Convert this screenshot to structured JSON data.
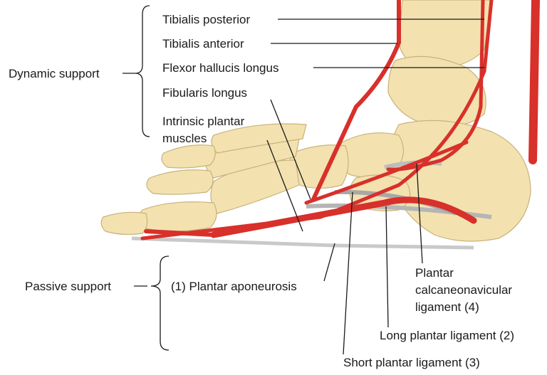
{
  "groups": {
    "dynamic": "Dynamic support",
    "passive": "Passive support"
  },
  "labels": {
    "tibialis_posterior": "Tibialis posterior",
    "tibialis_anterior": "Tibialis anterior",
    "flexor_hallucis_longus": "Flexor hallucis longus",
    "fibularis_longus": "Fibularis longus",
    "intrinsic_1": "Intrinsic plantar",
    "intrinsic_2": "muscles",
    "plantar_aponeurosis": "(1) Plantar aponeurosis",
    "calcaneonavicular_1": "Plantar",
    "calcaneonavicular_2": "calcaneonavicular",
    "calcaneonavicular_3": "ligament (4)",
    "long_plantar": "Long plantar ligament (2)",
    "short_plantar": "Short plantar ligament (3)"
  },
  "colors": {
    "bone": "#f3e2b0",
    "bone_edge": "#c8b27a",
    "muscle": "#d8302a",
    "muscle_edge": "#8a1a16",
    "ligament": "#c9c9c9",
    "leader": "#1a1a1a"
  }
}
